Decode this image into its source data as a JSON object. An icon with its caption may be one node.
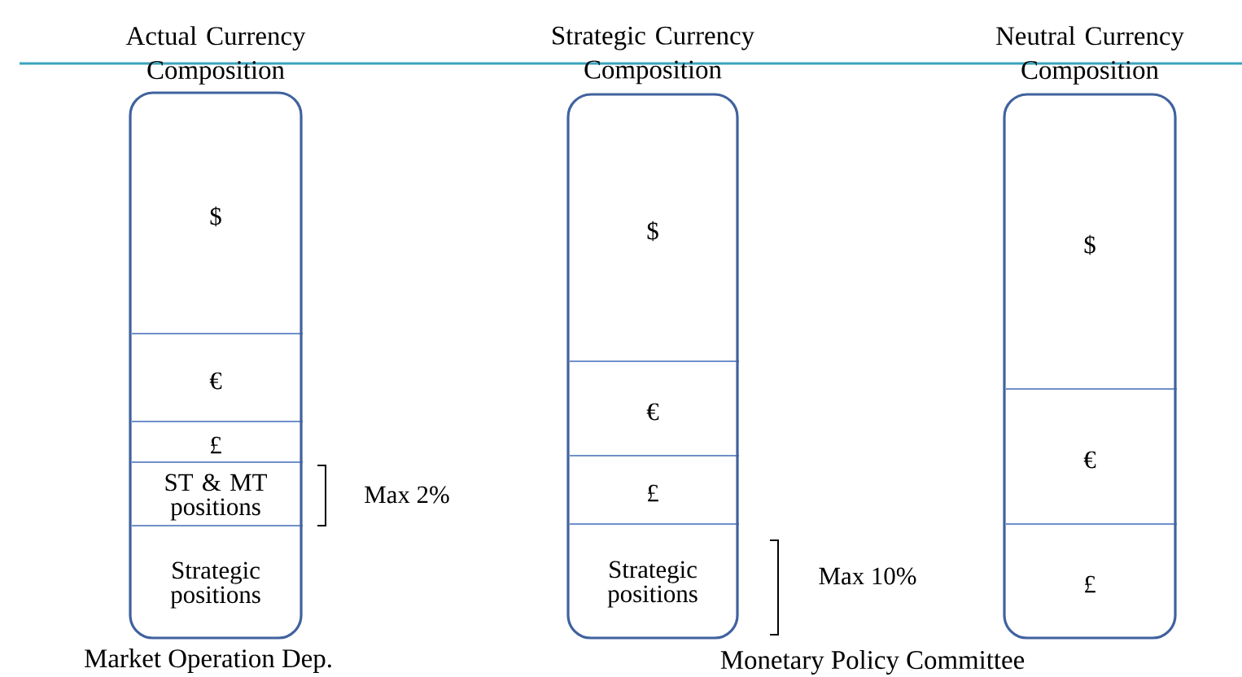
{
  "diagram": {
    "nodes": [
      {
        "text": [
          "Actual Currency Composition"
        ]
      },
      {
        "text": [
          "$"
        ],
        "in": 0
      },
      {
        "text": [
          "€"
        ],
        "in": 0
      },
      {
        "text": [
          "£"
        ],
        "in": 0
      },
      {
        "text": [
          "ST & MT positions"
        ],
        "in": 0
      },
      {
        "text": [
          "Strategic positions"
        ],
        "in": 0
      },
      {
        "text": [
          "Strategic Currency Composition"
        ]
      },
      {
        "text": [
          "$"
        ],
        "in": 6
      },
      {
        "text": [
          "€"
        ],
        "in": 6
      },
      {
        "text": [
          "£"
        ],
        "in": 6
      },
      {
        "text": [
          "Strategic positions"
        ],
        "in": 6
      },
      {
        "text": [
          "Neutral Currency Composition"
        ]
      },
      {
        "text": [
          "$"
        ],
        "in": 11
      },
      {
        "text": [
          "€"
        ],
        "in": 11
      },
      {
        "text": [
          "£"
        ],
        "in": 11
      }
    ],
    "labels": [
      "Max 2%",
      "Max 10%",
      "Market Operation Dep.",
      "Monetary Policy Committee"
    ]
  }
}
